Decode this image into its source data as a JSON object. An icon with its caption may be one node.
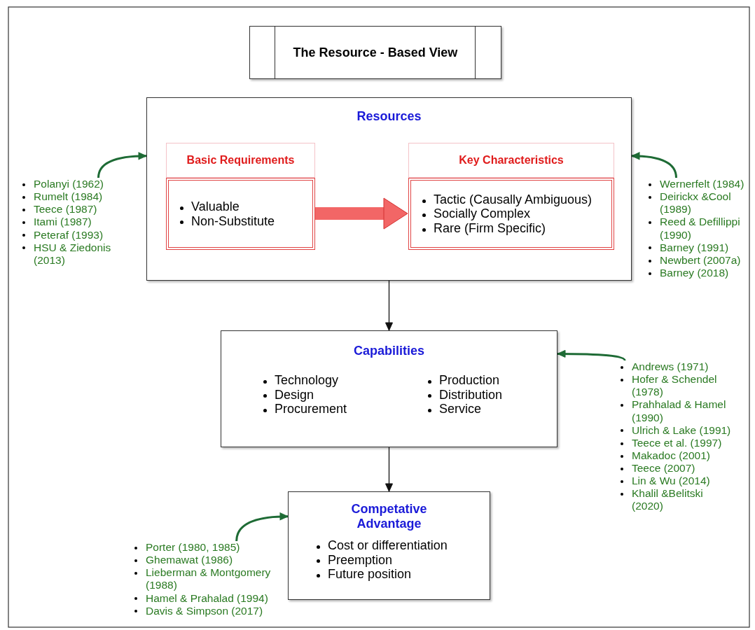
{
  "diagram": {
    "nodes": [
      {
        "text": [
          "The Resource - Based View"
        ]
      },
      {
        "text": [
          "Resources"
        ]
      },
      {
        "text": [
          "Basic Requirements",
          "Valuable",
          "Non-Substitute"
        ],
        "in": 1
      },
      {
        "text": [
          "Key Characteristics",
          "Tactic (Causally Ambiguous)",
          "Socially Complex",
          "Rare (Firm Specific)"
        ],
        "in": 1
      },
      {
        "text": [
          "Capabilities",
          "Technology",
          "Design",
          "Procurement",
          "Production",
          "Distribution",
          "Service"
        ]
      },
      {
        "text": [
          "Competative Advantage",
          "Cost or differentiation",
          "Preemption",
          "Future position"
        ]
      },
      {
        "text": [
          "Polanyi (1962)",
          "Rumelt (1984)",
          "Teece (1987)",
          "Itami (1987)",
          "Peteraf (1993)",
          "HSU & Ziedonis (2013)"
        ]
      },
      {
        "text": [
          "Wernerfelt (1984)",
          "Deirickx &Cool (1989)",
          "Reed & Defillippi (1990)",
          "Barney (1991)",
          "Newbert (2007a)",
          "Barney (2018)"
        ]
      },
      {
        "text": [
          "Andrews (1971)",
          "Hofer & Schendel (1978)",
          "Prahhalad & Hamel (1990)",
          "Ulrich & Lake (1991)",
          "Teece et al. (1997)",
          "Makadoc (2001)",
          "Teece (2007)",
          "Lin & Wu (2014)",
          "Khalil &Belitski (2020)"
        ]
      },
      {
        "text": [
          "Porter (1980, 1985)",
          "Ghemawat (1986)",
          "Lieberman & Montgomery (1988)",
          "Hamel & Prahalad (1994)",
          "Davis & Simpson (2017)"
        ]
      }
    ],
    "edges": [
      {
        "from": 1,
        "to": 4,
        "arrow": "to"
      },
      {
        "from": 4,
        "to": 5,
        "arrow": "to"
      },
      {
        "from": 2,
        "to": 3,
        "arrow": "to",
        "style": "thick",
        "color": "#f26666"
      },
      {
        "from": 6,
        "to": 1,
        "arrow": "to",
        "color": "#1e6b35"
      },
      {
        "from": 7,
        "to": 1,
        "arrow": "to",
        "color": "#1e6b35"
      },
      {
        "from": 8,
        "to": 4,
        "arrow": "to",
        "color": "#1e6b35"
      },
      {
        "from": 9,
        "to": 5,
        "arrow": "to",
        "color": "#1e6b35"
      }
    ]
  }
}
